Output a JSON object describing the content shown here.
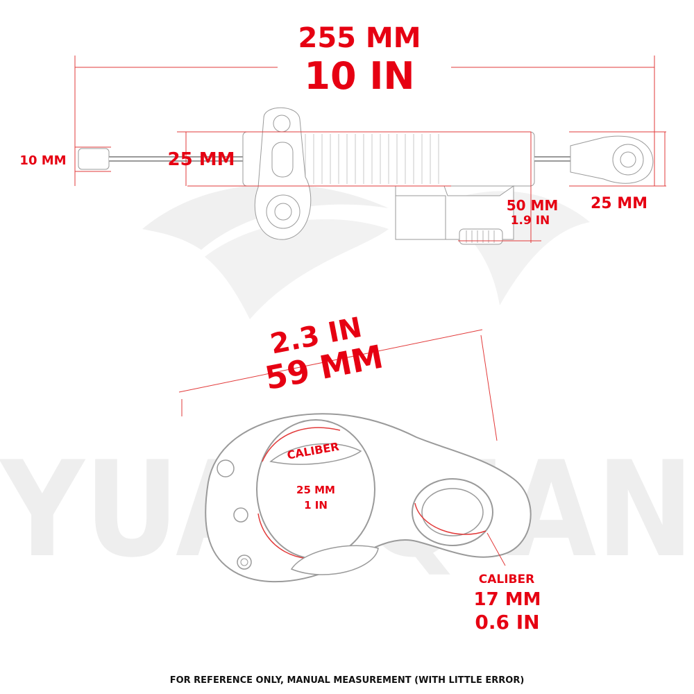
{
  "watermark": "YUANQIAN",
  "damper": {
    "overall_mm": "255 MM",
    "overall_in": "10 IN",
    "rod_end_left": "10 MM",
    "body_diameter": "25 MM",
    "stroke_mm": "50 MM",
    "stroke_in": "1.9 IN",
    "rod_end_right": "25 MM"
  },
  "clamp": {
    "width_in": "2.3 IN",
    "width_mm": "59 MM",
    "large_caliber_label": "CALIBER",
    "large_caliber_mm": "25 MM",
    "large_caliber_in": "1 IN",
    "small_caliber_label": "CALIBER",
    "small_caliber_mm": "17 MM",
    "small_caliber_in": "0.6 IN"
  },
  "footer": "FOR REFERENCE ONLY, MANUAL MEASUREMENT (WITH LITTLE ERROR)"
}
